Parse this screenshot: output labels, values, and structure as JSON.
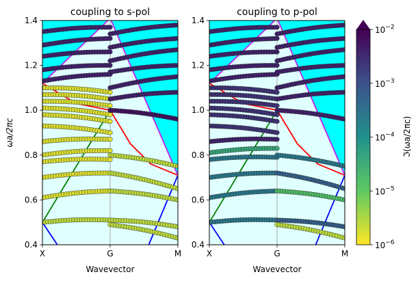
{
  "chart_data": [
    {
      "type": "scatter",
      "title": "coupling to s-pol",
      "xlabel": "Wavevector",
      "ylabel": "ωa/2πc",
      "ylim": [
        0.4,
        1.4
      ],
      "xticks": [
        "X",
        "G",
        "M"
      ],
      "yticks": [
        "0.4",
        "0.6",
        "0.8",
        "1.0",
        "1.2",
        "1.4"
      ],
      "background_regions": {
        "below_light_line": "#e0ffff",
        "above_light_line": "#00ffff"
      },
      "lines": [
        {
          "color": "#0000ff",
          "points": [
            [
              0,
              0.5
            ],
            [
              0.22,
              0.4
            ]
          ]
        },
        {
          "color": "#0000ff",
          "points": [
            [
              1.57,
              0.4
            ],
            [
              2.0,
              0.71
            ]
          ]
        },
        {
          "color": "#008000",
          "points": [
            [
              0,
              0.5
            ],
            [
              1.0,
              1.0
            ]
          ]
        },
        {
          "color": "#ff0000",
          "points": [
            [
              0,
              1.12
            ],
            [
              0.5,
              1.03
            ],
            [
              1.0,
              1.0
            ],
            [
              1.3,
              0.85
            ],
            [
              1.6,
              0.76
            ],
            [
              2.0,
              0.71
            ]
          ]
        },
        {
          "color": "#c020f0",
          "points": [
            [
              0,
              1.12
            ],
            [
              1.0,
              1.41
            ]
          ]
        },
        {
          "color": "#c020f0",
          "points": [
            [
              1.0,
              1.41
            ],
            [
              2.0,
              0.71
            ]
          ]
        }
      ],
      "bands": [
        {
          "from": [
            0,
            0.5
          ],
          "to": [
            1,
            0.51
          ],
          "q": 0.1
        },
        {
          "from": [
            1,
            0.49
          ],
          "to": [
            2,
            0.43
          ],
          "q": 0.1
        },
        {
          "from": [
            1,
            0.51
          ],
          "to": [
            2,
            0.48
          ],
          "q": 0.1
        },
        {
          "from": [
            0,
            0.61
          ],
          "to": [
            1,
            0.64
          ],
          "q": 0.05
        },
        {
          "from": [
            1,
            0.64
          ],
          "to": [
            2,
            0.6
          ],
          "q": 0.1
        },
        {
          "from": [
            0,
            0.7
          ],
          "to": [
            1,
            0.72
          ],
          "q": 0.05
        },
        {
          "from": [
            1,
            0.72
          ],
          "to": [
            2,
            0.65
          ],
          "q": 0.1
        },
        {
          "from": [
            0,
            0.77
          ],
          "to": [
            1,
            0.78
          ],
          "q": 0.05
        },
        {
          "from": [
            0,
            0.8
          ],
          "to": [
            1,
            0.82
          ],
          "q": 0.05
        },
        {
          "from": [
            1,
            0.8
          ],
          "to": [
            2,
            0.75
          ],
          "q": 0.1
        },
        {
          "from": [
            0,
            0.86
          ],
          "to": [
            1,
            0.87
          ],
          "q": 0.05
        },
        {
          "from": [
            0,
            0.93
          ],
          "to": [
            1,
            0.9
          ],
          "q": 0.05
        },
        {
          "from": [
            0,
            0.98
          ],
          "to": [
            1,
            0.95
          ],
          "q": 0.05
        },
        {
          "from": [
            0,
            1.01
          ],
          "to": [
            1,
            0.98
          ],
          "q": 0.05
        },
        {
          "from": [
            0,
            1.04
          ],
          "to": [
            1,
            1.02
          ],
          "q": 0.05
        },
        {
          "from": [
            0,
            1.07
          ],
          "to": [
            1,
            1.05
          ],
          "q": 0.05
        },
        {
          "from": [
            0,
            1.1
          ],
          "to": [
            1,
            1.08
          ],
          "q": 0.05
        },
        {
          "from": [
            0,
            1.13
          ],
          "to": [
            1,
            1.16
          ],
          "q": 0.9
        },
        {
          "from": [
            0,
            1.18
          ],
          "to": [
            1,
            1.2
          ],
          "q": 0.9
        },
        {
          "from": [
            0,
            1.24
          ],
          "to": [
            1,
            1.26
          ],
          "q": 0.9
        },
        {
          "from": [
            0,
            1.29
          ],
          "to": [
            1,
            1.32
          ],
          "q": 0.9
        },
        {
          "from": [
            0,
            1.35
          ],
          "to": [
            1,
            1.37
          ],
          "q": 0.9
        },
        {
          "from": [
            1,
            1.0
          ],
          "to": [
            2,
            0.96
          ],
          "q": 0.95
        },
        {
          "from": [
            1,
            1.05
          ],
          "to": [
            2,
            1.08
          ],
          "q": 0.9
        },
        {
          "from": [
            1,
            1.1
          ],
          "to": [
            2,
            1.15
          ],
          "q": 0.9
        },
        {
          "from": [
            1,
            1.17
          ],
          "to": [
            2,
            1.2
          ],
          "q": 0.9
        },
        {
          "from": [
            1,
            1.22
          ],
          "to": [
            2,
            1.27
          ],
          "q": 0.9
        },
        {
          "from": [
            1,
            1.28
          ],
          "to": [
            2,
            1.32
          ],
          "q": 0.9
        },
        {
          "from": [
            1,
            1.34
          ],
          "to": [
            2,
            1.38
          ],
          "q": 0.9
        }
      ]
    },
    {
      "type": "scatter",
      "title": "coupling to p-pol",
      "xlabel": "Wavevector",
      "ylabel": "",
      "ylim": [
        0.4,
        1.4
      ],
      "xticks": [
        "X",
        "G",
        "M"
      ],
      "yticks": [
        "0.4",
        "0.6",
        "0.8",
        "1.0",
        "1.2",
        "1.4"
      ],
      "background_regions": {
        "below_light_line": "#e0ffff",
        "above_light_line": "#00ffff"
      },
      "lines": [
        {
          "color": "#0000ff",
          "points": [
            [
              0,
              0.5
            ],
            [
              0.22,
              0.4
            ]
          ]
        },
        {
          "color": "#0000ff",
          "points": [
            [
              1.57,
              0.4
            ],
            [
              2.0,
              0.71
            ]
          ]
        },
        {
          "color": "#008000",
          "points": [
            [
              0,
              0.5
            ],
            [
              1.0,
              1.0
            ]
          ]
        },
        {
          "color": "#ff0000",
          "points": [
            [
              0,
              1.12
            ],
            [
              0.5,
              1.03
            ],
            [
              1.0,
              1.0
            ],
            [
              1.3,
              0.85
            ],
            [
              1.6,
              0.76
            ],
            [
              2.0,
              0.71
            ]
          ]
        },
        {
          "color": "#c020f0",
          "points": [
            [
              0,
              1.12
            ],
            [
              1.0,
              1.41
            ]
          ]
        },
        {
          "color": "#c020f0",
          "points": [
            [
              1.0,
              1.41
            ],
            [
              2.0,
              0.71
            ]
          ]
        }
      ],
      "bands": [
        {
          "from": [
            0,
            0.5
          ],
          "to": [
            1,
            0.51
          ],
          "q": 0.6
        },
        {
          "from": [
            1,
            0.49
          ],
          "to": [
            2,
            0.43
          ],
          "q": 0.1
        },
        {
          "from": [
            1,
            0.51
          ],
          "to": [
            2,
            0.48
          ],
          "q": 0.7
        },
        {
          "from": [
            0,
            0.61
          ],
          "to": [
            1,
            0.64
          ],
          "q": 0.6
        },
        {
          "from": [
            1,
            0.64
          ],
          "to": [
            2,
            0.6
          ],
          "q": 0.3
        },
        {
          "from": [
            0,
            0.7
          ],
          "to": [
            1,
            0.72
          ],
          "q": 0.6
        },
        {
          "from": [
            1,
            0.72
          ],
          "to": [
            2,
            0.65
          ],
          "q": 0.7
        },
        {
          "from": [
            0,
            0.78
          ],
          "to": [
            1,
            0.79
          ],
          "q": 0.6
        },
        {
          "from": [
            0,
            0.81
          ],
          "to": [
            1,
            0.83
          ],
          "q": 0.4
        },
        {
          "from": [
            1,
            0.8
          ],
          "to": [
            2,
            0.75
          ],
          "q": 0.6
        },
        {
          "from": [
            0,
            0.86
          ],
          "to": [
            1,
            0.87
          ],
          "q": 0.9
        },
        {
          "from": [
            0,
            0.93
          ],
          "to": [
            1,
            0.9
          ],
          "q": 0.85
        },
        {
          "from": [
            0,
            0.98
          ],
          "to": [
            1,
            0.95
          ],
          "q": 0.85
        },
        {
          "from": [
            0,
            1.01
          ],
          "to": [
            1,
            0.98
          ],
          "q": 0.85
        },
        {
          "from": [
            0,
            1.04
          ],
          "to": [
            1,
            1.02
          ],
          "q": 0.85
        },
        {
          "from": [
            0,
            1.07
          ],
          "to": [
            1,
            1.05
          ],
          "q": 0.85
        },
        {
          "from": [
            0,
            1.1
          ],
          "to": [
            1,
            1.08
          ],
          "q": 0.85
        },
        {
          "from": [
            0,
            1.13
          ],
          "to": [
            1,
            1.16
          ],
          "q": 0.9
        },
        {
          "from": [
            0,
            1.18
          ],
          "to": [
            1,
            1.2
          ],
          "q": 0.9
        },
        {
          "from": [
            0,
            1.24
          ],
          "to": [
            1,
            1.26
          ],
          "q": 0.9
        },
        {
          "from": [
            0,
            1.29
          ],
          "to": [
            1,
            1.32
          ],
          "q": 0.9
        },
        {
          "from": [
            0,
            1.35
          ],
          "to": [
            1,
            1.37
          ],
          "q": 0.9
        },
        {
          "from": [
            1,
            1.0
          ],
          "to": [
            2,
            0.96
          ],
          "q": 0.9
        },
        {
          "from": [
            1,
            1.05
          ],
          "to": [
            2,
            1.08
          ],
          "q": 0.9
        },
        {
          "from": [
            1,
            1.1
          ],
          "to": [
            2,
            1.15
          ],
          "q": 0.9
        },
        {
          "from": [
            1,
            1.17
          ],
          "to": [
            2,
            1.2
          ],
          "q": 0.9
        },
        {
          "from": [
            1,
            1.22
          ],
          "to": [
            2,
            1.27
          ],
          "q": 0.9
        },
        {
          "from": [
            1,
            1.28
          ],
          "to": [
            2,
            1.32
          ],
          "q": 0.9
        },
        {
          "from": [
            1,
            1.34
          ],
          "to": [
            2,
            1.38
          ],
          "q": 0.9
        }
      ]
    }
  ],
  "colorbar": {
    "label": "ℑ(ωa/2πc)",
    "scale": "log",
    "range": [
      1e-06,
      0.01
    ],
    "ticks": [
      {
        "base": "10",
        "exp": "−6"
      },
      {
        "base": "10",
        "exp": "−5"
      },
      {
        "base": "10",
        "exp": "−4"
      },
      {
        "base": "10",
        "exp": "−3"
      },
      {
        "base": "10",
        "exp": "−2"
      }
    ],
    "colors": [
      "#fde725",
      "#5ec962",
      "#21918c",
      "#3b528b",
      "#440154"
    ]
  }
}
